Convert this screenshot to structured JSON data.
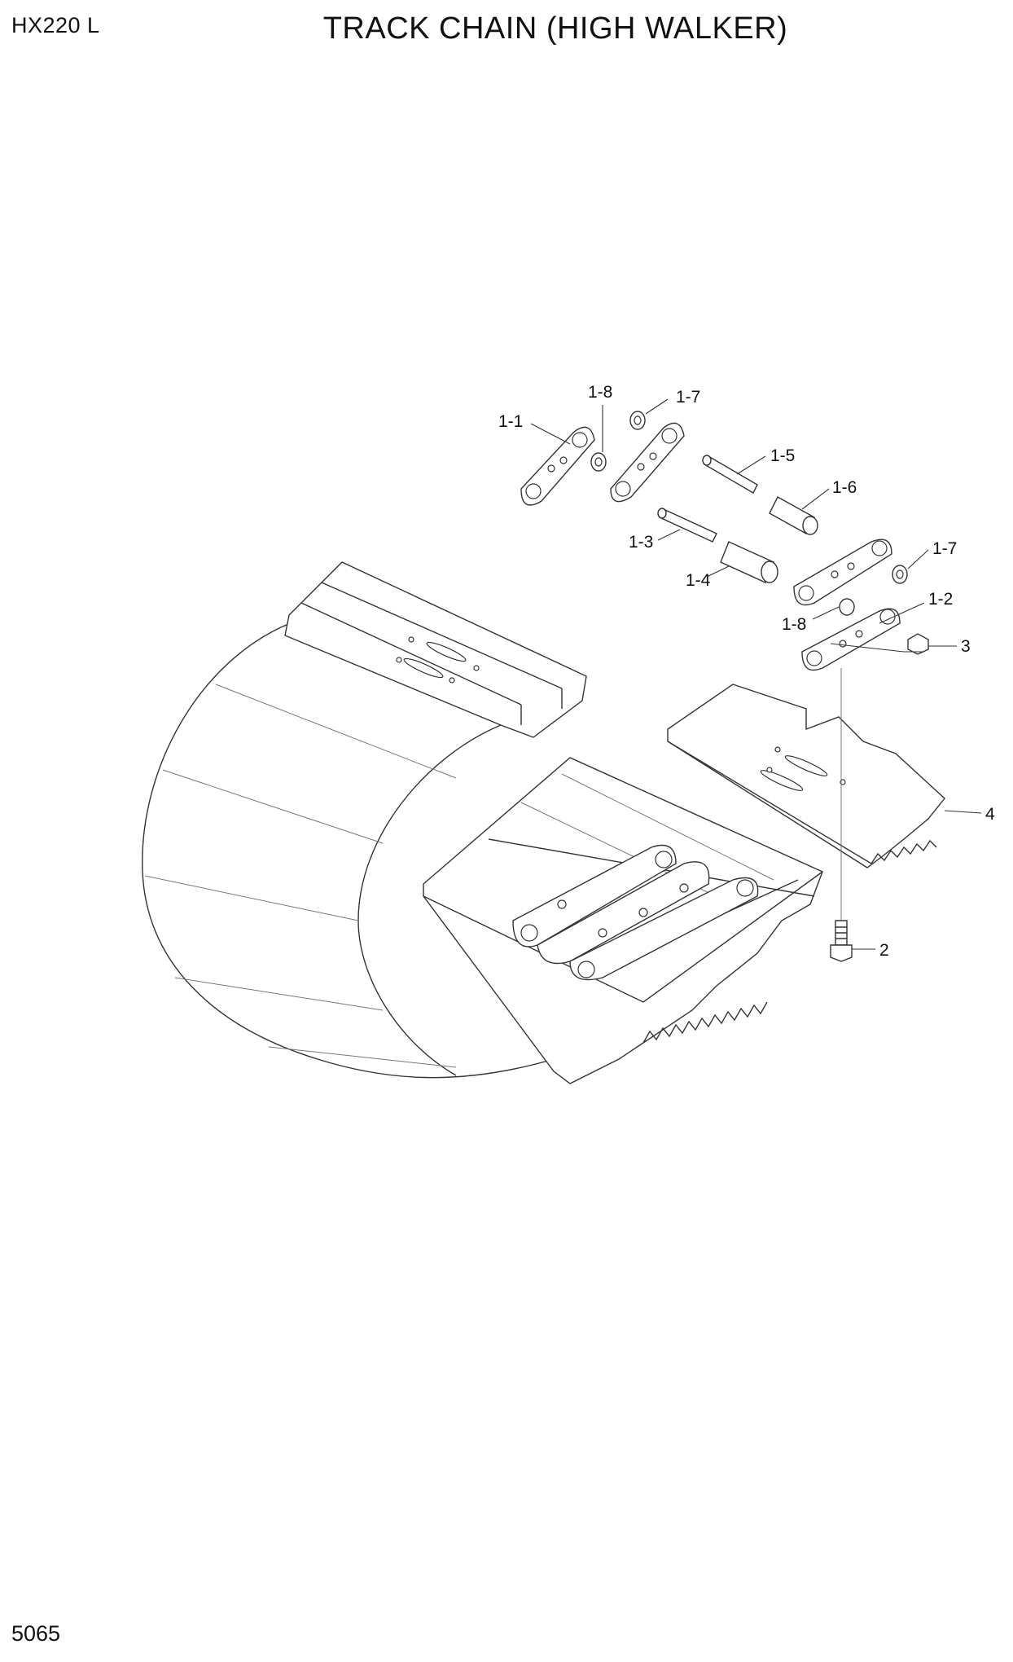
{
  "header": {
    "model": "HX220 L",
    "title": "TRACK CHAIN (HIGH WALKER)"
  },
  "footer": {
    "page_number": "5065"
  },
  "callouts": [
    {
      "id": "c-1-1",
      "label": "1-1"
    },
    {
      "id": "c-1-8a",
      "label": "1-8"
    },
    {
      "id": "c-1-7a",
      "label": "1-7"
    },
    {
      "id": "c-1-5",
      "label": "1-5"
    },
    {
      "id": "c-1-6",
      "label": "1-6"
    },
    {
      "id": "c-1-3",
      "label": "1-3"
    },
    {
      "id": "c-1-4",
      "label": "1-4"
    },
    {
      "id": "c-1-7b",
      "label": "1-7"
    },
    {
      "id": "c-1-2",
      "label": "1-2"
    },
    {
      "id": "c-1-8b",
      "label": "1-8"
    },
    {
      "id": "c-3",
      "label": "3"
    },
    {
      "id": "c-4",
      "label": "4"
    },
    {
      "id": "c-2",
      "label": "2"
    }
  ]
}
